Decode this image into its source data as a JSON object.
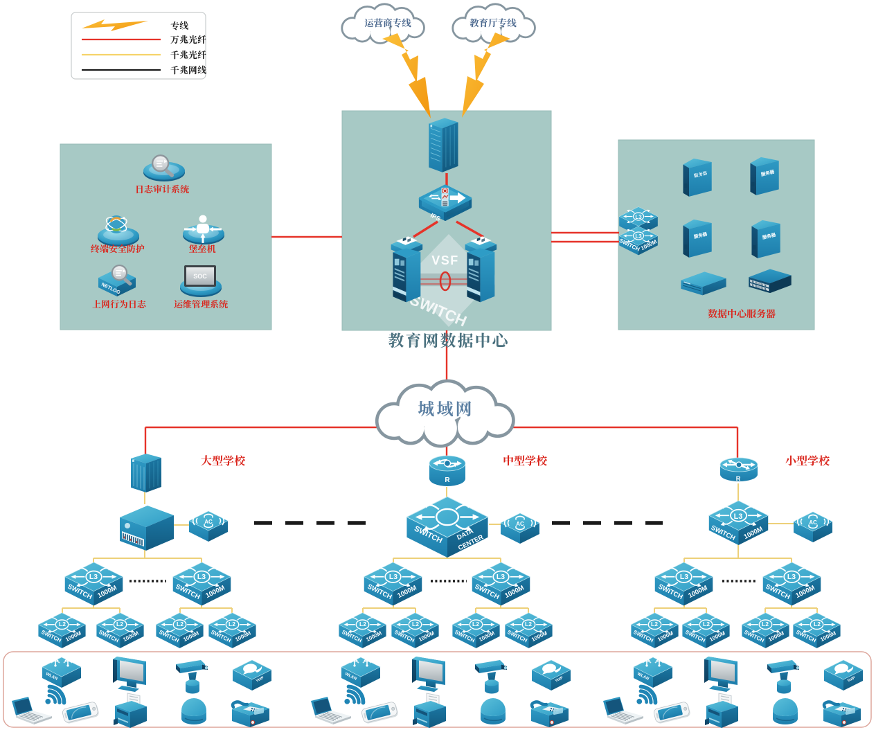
{
  "legend": {
    "items": [
      {
        "id": "dedicated-line",
        "label": "专线",
        "swatch": "lightning",
        "color": "#f7a522"
      },
      {
        "id": "fiber-10g",
        "label": "万兆光纤",
        "swatch": "line",
        "color": "#e63329"
      },
      {
        "id": "fiber-1g",
        "label": "千兆光纤",
        "swatch": "line",
        "color": "#f8d36c"
      },
      {
        "id": "cable-1g",
        "label": "千兆网线",
        "swatch": "line",
        "color": "#1a1a1a"
      }
    ]
  },
  "clouds": {
    "isp": "运营商专线",
    "edu": "教育厅专线",
    "man": "城域网"
  },
  "data_center": {
    "caption": "教育网数据中心",
    "vsf": "VSF",
    "ips": "IPS",
    "watermark": "SWITCH"
  },
  "security_panel": {
    "items": [
      {
        "label": "日志审计系统"
      },
      {
        "label": "终端安全防护"
      },
      {
        "label": "堡垒机"
      },
      {
        "label": "上网行为日志",
        "device_text": "NETLOG"
      },
      {
        "label": "运维管理系统",
        "device_text": "SOC"
      }
    ]
  },
  "server_panel": {
    "caption": "数据中心服务器",
    "server_text": "服务器"
  },
  "schools": [
    {
      "name": "大型学校"
    },
    {
      "name": "中型学校"
    },
    {
      "name": "小型学校"
    }
  ],
  "labels": {
    "switch": "SWITCH",
    "speed": "1000M",
    "l3": "L3",
    "l2": "L2",
    "ac": "AC",
    "router": "R",
    "data1": "DATA",
    "center2": "CENTER",
    "wlan": "WLAN",
    "voip": "VoIP"
  },
  "colors": {
    "panel": "#a7c9c5",
    "device_blue": "#2793bd",
    "line_10g": "#e63329",
    "line_1g": "#f0d070",
    "label_red": "#da251c"
  }
}
